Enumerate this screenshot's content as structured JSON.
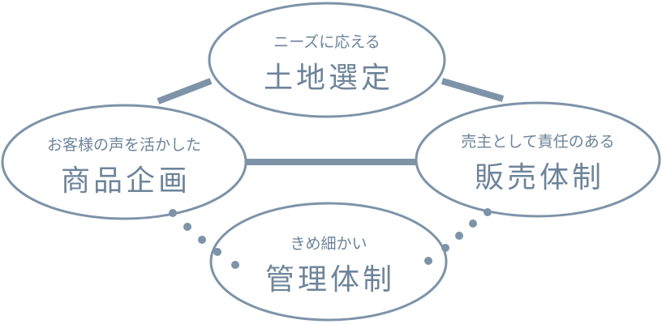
{
  "colors": {
    "stroke": "#7d93a8",
    "text": "#6e849a",
    "background": "#ffffff"
  },
  "nodes": {
    "land": {
      "caption": "ニーズに応える",
      "heading": "土地選定"
    },
    "product": {
      "caption": "お客様の声を活かした",
      "heading": "商品企画"
    },
    "sales": {
      "caption": "売主として責任のある",
      "heading": "販売体制"
    },
    "management": {
      "caption": "きめ細かい",
      "heading": "管理体制"
    }
  }
}
